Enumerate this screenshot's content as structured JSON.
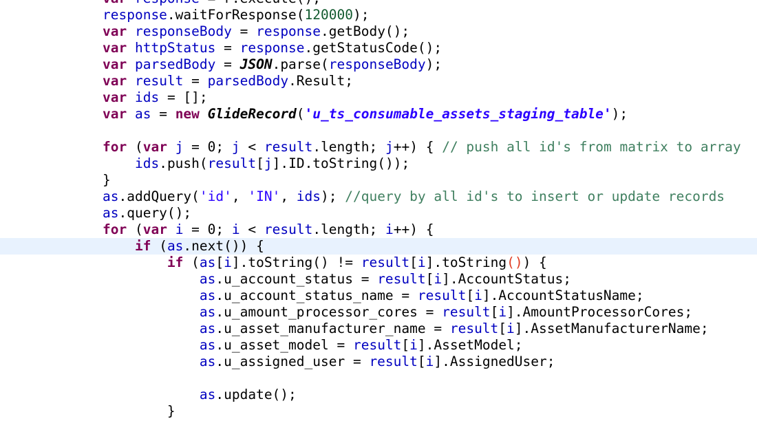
{
  "theme": {
    "background": "#ffffff",
    "current_line_background": "#e8f2fe",
    "colors": {
      "plain": "#000000",
      "keyword": "#7f0055",
      "variable": "#0000c0",
      "string": "#2a00ff",
      "comment": "#3f7f5f",
      "number": "#125a2f",
      "bracket_match": "#e03c22"
    }
  },
  "editor": {
    "current_line_index": 15,
    "lines": [
      {
        "tokens": [
          {
            "t": "var ",
            "c": "keyword"
          },
          {
            "t": "response",
            "c": "variable"
          },
          {
            "t": " = r.execute();",
            "c": "plain"
          }
        ]
      },
      {
        "tokens": [
          {
            "t": "response",
            "c": "variable"
          },
          {
            "t": ".waitForResponse(",
            "c": "plain"
          },
          {
            "t": "120000",
            "c": "number"
          },
          {
            "t": ");",
            "c": "plain"
          }
        ]
      },
      {
        "tokens": [
          {
            "t": "var ",
            "c": "keyword"
          },
          {
            "t": "responseBody",
            "c": "variable"
          },
          {
            "t": " = ",
            "c": "plain"
          },
          {
            "t": "response",
            "c": "variable"
          },
          {
            "t": ".getBody();",
            "c": "plain"
          }
        ]
      },
      {
        "tokens": [
          {
            "t": "var ",
            "c": "keyword"
          },
          {
            "t": "httpStatus",
            "c": "variable"
          },
          {
            "t": " = ",
            "c": "plain"
          },
          {
            "t": "response",
            "c": "variable"
          },
          {
            "t": ".getStatusCode();",
            "c": "plain"
          }
        ]
      },
      {
        "tokens": [
          {
            "t": "var ",
            "c": "keyword"
          },
          {
            "t": "parsedBody",
            "c": "variable"
          },
          {
            "t": " = ",
            "c": "plain"
          },
          {
            "t": "JSON",
            "c": "plain",
            "s": "bi"
          },
          {
            "t": ".parse(",
            "c": "plain"
          },
          {
            "t": "responseBody",
            "c": "variable"
          },
          {
            "t": ");",
            "c": "plain"
          }
        ]
      },
      {
        "tokens": [
          {
            "t": "var ",
            "c": "keyword"
          },
          {
            "t": "result",
            "c": "variable"
          },
          {
            "t": " = ",
            "c": "plain"
          },
          {
            "t": "parsedBody",
            "c": "variable"
          },
          {
            "t": ".Result;",
            "c": "plain"
          }
        ]
      },
      {
        "tokens": [
          {
            "t": "var ",
            "c": "keyword"
          },
          {
            "t": "ids",
            "c": "variable"
          },
          {
            "t": " = [];",
            "c": "plain"
          }
        ]
      },
      {
        "tokens": [
          {
            "t": "var ",
            "c": "keyword"
          },
          {
            "t": "as",
            "c": "variable"
          },
          {
            "t": " = ",
            "c": "plain"
          },
          {
            "t": "new ",
            "c": "keyword"
          },
          {
            "t": "GlideRecord",
            "c": "plain",
            "s": "bi"
          },
          {
            "t": "(",
            "c": "plain"
          },
          {
            "t": "'u_ts_consumable_assets_staging_table'",
            "c": "string",
            "s": "bi"
          },
          {
            "t": ");",
            "c": "plain"
          }
        ]
      },
      {
        "tokens": []
      },
      {
        "tokens": [
          {
            "t": "for",
            "c": "keyword"
          },
          {
            "t": " (",
            "c": "plain"
          },
          {
            "t": "var ",
            "c": "keyword"
          },
          {
            "t": "j",
            "c": "variable"
          },
          {
            "t": " = 0; ",
            "c": "plain"
          },
          {
            "t": "j",
            "c": "variable"
          },
          {
            "t": " < ",
            "c": "plain"
          },
          {
            "t": "result",
            "c": "variable"
          },
          {
            "t": ".length; ",
            "c": "plain"
          },
          {
            "t": "j",
            "c": "variable"
          },
          {
            "t": "++) { ",
            "c": "plain"
          },
          {
            "t": "// push all id's from matrix to array",
            "c": "comment"
          }
        ]
      },
      {
        "tokens": [
          {
            "t": "    ",
            "c": "plain"
          },
          {
            "t": "ids",
            "c": "variable"
          },
          {
            "t": ".push(",
            "c": "plain"
          },
          {
            "t": "result",
            "c": "variable"
          },
          {
            "t": "[",
            "c": "plain"
          },
          {
            "t": "j",
            "c": "variable"
          },
          {
            "t": "].ID.toString());",
            "c": "plain"
          }
        ]
      },
      {
        "tokens": [
          {
            "t": "}",
            "c": "plain"
          }
        ]
      },
      {
        "tokens": [
          {
            "t": "as",
            "c": "variable"
          },
          {
            "t": ".addQuery(",
            "c": "plain"
          },
          {
            "t": "'id'",
            "c": "string"
          },
          {
            "t": ", ",
            "c": "plain"
          },
          {
            "t": "'IN'",
            "c": "string"
          },
          {
            "t": ", ",
            "c": "plain"
          },
          {
            "t": "ids",
            "c": "variable"
          },
          {
            "t": "); ",
            "c": "plain"
          },
          {
            "t": "//query by all id's to insert or update records",
            "c": "comment"
          }
        ]
      },
      {
        "tokens": [
          {
            "t": "as",
            "c": "variable"
          },
          {
            "t": ".query();",
            "c": "plain"
          }
        ]
      },
      {
        "tokens": [
          {
            "t": "for",
            "c": "keyword"
          },
          {
            "t": " (",
            "c": "plain"
          },
          {
            "t": "var ",
            "c": "keyword"
          },
          {
            "t": "i",
            "c": "variable"
          },
          {
            "t": " = 0; ",
            "c": "plain"
          },
          {
            "t": "i",
            "c": "variable"
          },
          {
            "t": " < ",
            "c": "plain"
          },
          {
            "t": "result",
            "c": "variable"
          },
          {
            "t": ".length; ",
            "c": "plain"
          },
          {
            "t": "i",
            "c": "variable"
          },
          {
            "t": "++) {",
            "c": "plain"
          }
        ]
      },
      {
        "tokens": [
          {
            "t": "    ",
            "c": "plain"
          },
          {
            "t": "if",
            "c": "keyword"
          },
          {
            "t": " (",
            "c": "plain"
          },
          {
            "t": "as",
            "c": "variable"
          },
          {
            "t": ".next()) {",
            "c": "plain"
          }
        ]
      },
      {
        "tokens": [
          {
            "t": "        ",
            "c": "plain"
          },
          {
            "t": "if",
            "c": "keyword"
          },
          {
            "t": " (",
            "c": "plain"
          },
          {
            "t": "as",
            "c": "variable"
          },
          {
            "t": "[",
            "c": "plain"
          },
          {
            "t": "i",
            "c": "variable"
          },
          {
            "t": "].toString() != ",
            "c": "plain"
          },
          {
            "t": "result",
            "c": "variable"
          },
          {
            "t": "[",
            "c": "plain"
          },
          {
            "t": "i",
            "c": "variable"
          },
          {
            "t": "].toString",
            "c": "plain"
          },
          {
            "t": "()",
            "c": "bracket_match"
          },
          {
            "t": ") {",
            "c": "plain"
          }
        ]
      },
      {
        "tokens": [
          {
            "t": "            ",
            "c": "plain"
          },
          {
            "t": "as",
            "c": "variable"
          },
          {
            "t": ".u_account_status = ",
            "c": "plain"
          },
          {
            "t": "result",
            "c": "variable"
          },
          {
            "t": "[",
            "c": "plain"
          },
          {
            "t": "i",
            "c": "variable"
          },
          {
            "t": "].AccountStatus;",
            "c": "plain"
          }
        ]
      },
      {
        "tokens": [
          {
            "t": "            ",
            "c": "plain"
          },
          {
            "t": "as",
            "c": "variable"
          },
          {
            "t": ".u_account_status_name = ",
            "c": "plain"
          },
          {
            "t": "result",
            "c": "variable"
          },
          {
            "t": "[",
            "c": "plain"
          },
          {
            "t": "i",
            "c": "variable"
          },
          {
            "t": "].AccountStatusName;",
            "c": "plain"
          }
        ]
      },
      {
        "tokens": [
          {
            "t": "            ",
            "c": "plain"
          },
          {
            "t": "as",
            "c": "variable"
          },
          {
            "t": ".u_amount_processor_cores = ",
            "c": "plain"
          },
          {
            "t": "result",
            "c": "variable"
          },
          {
            "t": "[",
            "c": "plain"
          },
          {
            "t": "i",
            "c": "variable"
          },
          {
            "t": "].AmountProcessorCores;",
            "c": "plain"
          }
        ]
      },
      {
        "tokens": [
          {
            "t": "            ",
            "c": "plain"
          },
          {
            "t": "as",
            "c": "variable"
          },
          {
            "t": ".u_asset_manufacturer_name = ",
            "c": "plain"
          },
          {
            "t": "result",
            "c": "variable"
          },
          {
            "t": "[",
            "c": "plain"
          },
          {
            "t": "i",
            "c": "variable"
          },
          {
            "t": "].AssetManufacturerName;",
            "c": "plain"
          }
        ]
      },
      {
        "tokens": [
          {
            "t": "            ",
            "c": "plain"
          },
          {
            "t": "as",
            "c": "variable"
          },
          {
            "t": ".u_asset_model = ",
            "c": "plain"
          },
          {
            "t": "result",
            "c": "variable"
          },
          {
            "t": "[",
            "c": "plain"
          },
          {
            "t": "i",
            "c": "variable"
          },
          {
            "t": "].AssetModel;",
            "c": "plain"
          }
        ]
      },
      {
        "tokens": [
          {
            "t": "            ",
            "c": "plain"
          },
          {
            "t": "as",
            "c": "variable"
          },
          {
            "t": ".u_assigned_user = ",
            "c": "plain"
          },
          {
            "t": "result",
            "c": "variable"
          },
          {
            "t": "[",
            "c": "plain"
          },
          {
            "t": "i",
            "c": "variable"
          },
          {
            "t": "].AssignedUser;",
            "c": "plain"
          }
        ]
      },
      {
        "tokens": []
      },
      {
        "tokens": [
          {
            "t": "            ",
            "c": "plain"
          },
          {
            "t": "as",
            "c": "variable"
          },
          {
            "t": ".update();",
            "c": "plain"
          }
        ]
      },
      {
        "tokens": [
          {
            "t": "        ",
            "c": "plain"
          },
          {
            "t": "}",
            "c": "plain"
          }
        ]
      }
    ]
  }
}
